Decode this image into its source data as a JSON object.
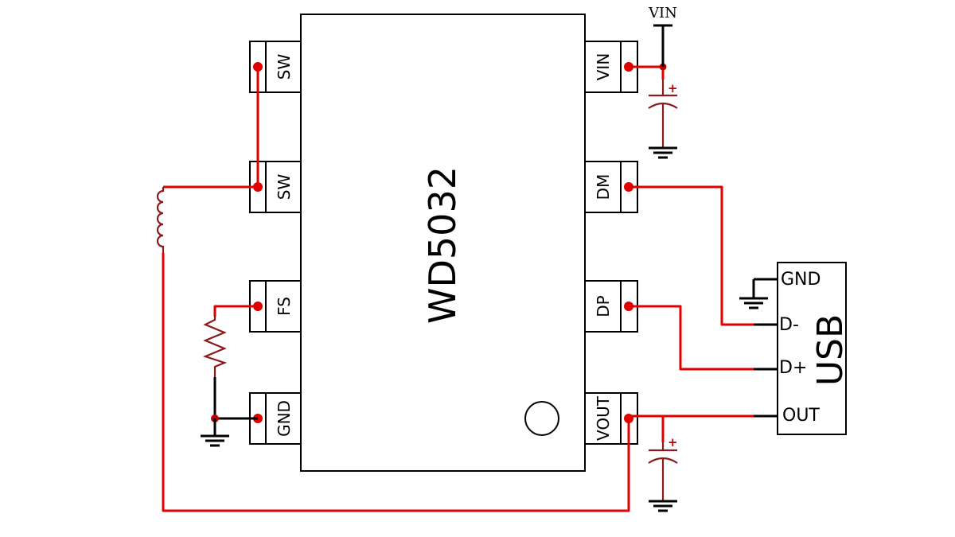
{
  "chip": {
    "name": "WD5032",
    "pins_left": [
      "SW",
      "SW",
      "FS",
      "GND"
    ],
    "pins_right": [
      "VIN",
      "DM",
      "DP",
      "VOUT"
    ]
  },
  "usb": {
    "name": "USB",
    "pins": [
      "GND",
      "D-",
      "D+",
      "OUT"
    ]
  },
  "power": {
    "vin_label": "VIN"
  },
  "capacitor": {
    "polarity": "+"
  },
  "colors": {
    "wire": "#e00000",
    "component": "#8b1a1a",
    "outline": "#000000"
  }
}
